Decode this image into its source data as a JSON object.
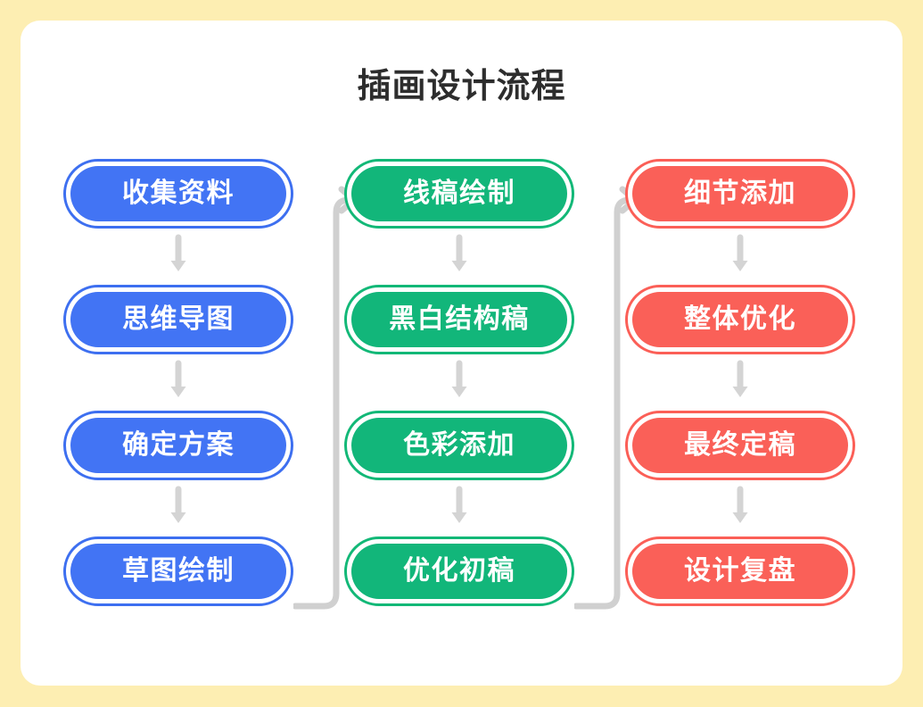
{
  "page": {
    "title": "插画设计流程",
    "frame_color": "#fdeeb2",
    "card_color": "#ffffff",
    "title_color": "#2d2d2d"
  },
  "theme_colors": {
    "blue": "#4274f4",
    "blue_border": "#3d6ff0",
    "green": "#12b67a",
    "green_border": "#12b877",
    "red": "#fa6058",
    "red_border": "#fb5f57",
    "arrow": "#d4d4d4",
    "connector": "#d0d0d0"
  },
  "chart_data": {
    "type": "diagram",
    "title": "插画设计流程",
    "layout": "3-column serpentine flowchart, 4 nodes per column",
    "columns": [
      {
        "color": "blue",
        "nodes": [
          "收集资料",
          "思维导图",
          "确定方案",
          "草图绘制"
        ]
      },
      {
        "color": "green",
        "nodes": [
          "线稿绘制",
          "黑白结构稿",
          "色彩添加",
          "优化初稿"
        ]
      },
      {
        "color": "red",
        "nodes": [
          "细节添加",
          "整体优化",
          "最终定稿",
          "设计复盘"
        ]
      }
    ],
    "sequence": [
      "收集资料",
      "思维导图",
      "确定方案",
      "草图绘制",
      "线稿绘制",
      "黑白结构稿",
      "色彩添加",
      "优化初稿",
      "细节添加",
      "整体优化",
      "最终定稿",
      "设计复盘"
    ],
    "connectors": [
      {
        "from": "草图绘制",
        "to": "线稿绘制",
        "style": "wrap-right-up-arrow"
      },
      {
        "from": "优化初稿",
        "to": "细节添加",
        "style": "wrap-right-up-arrow"
      }
    ]
  },
  "flow": {
    "columns": [
      {
        "theme": "theme-blue",
        "nodes": [
          {
            "label": "收集资料"
          },
          {
            "label": "思维导图"
          },
          {
            "label": "确定方案"
          },
          {
            "label": "草图绘制"
          }
        ]
      },
      {
        "theme": "theme-green",
        "nodes": [
          {
            "label": "线稿绘制"
          },
          {
            "label": "黑白结构稿"
          },
          {
            "label": "色彩添加"
          },
          {
            "label": "优化初稿"
          }
        ]
      },
      {
        "theme": "theme-red",
        "nodes": [
          {
            "label": "细节添加"
          },
          {
            "label": "整体优化"
          },
          {
            "label": "最终定稿"
          },
          {
            "label": "设计复盘"
          }
        ]
      }
    ]
  }
}
